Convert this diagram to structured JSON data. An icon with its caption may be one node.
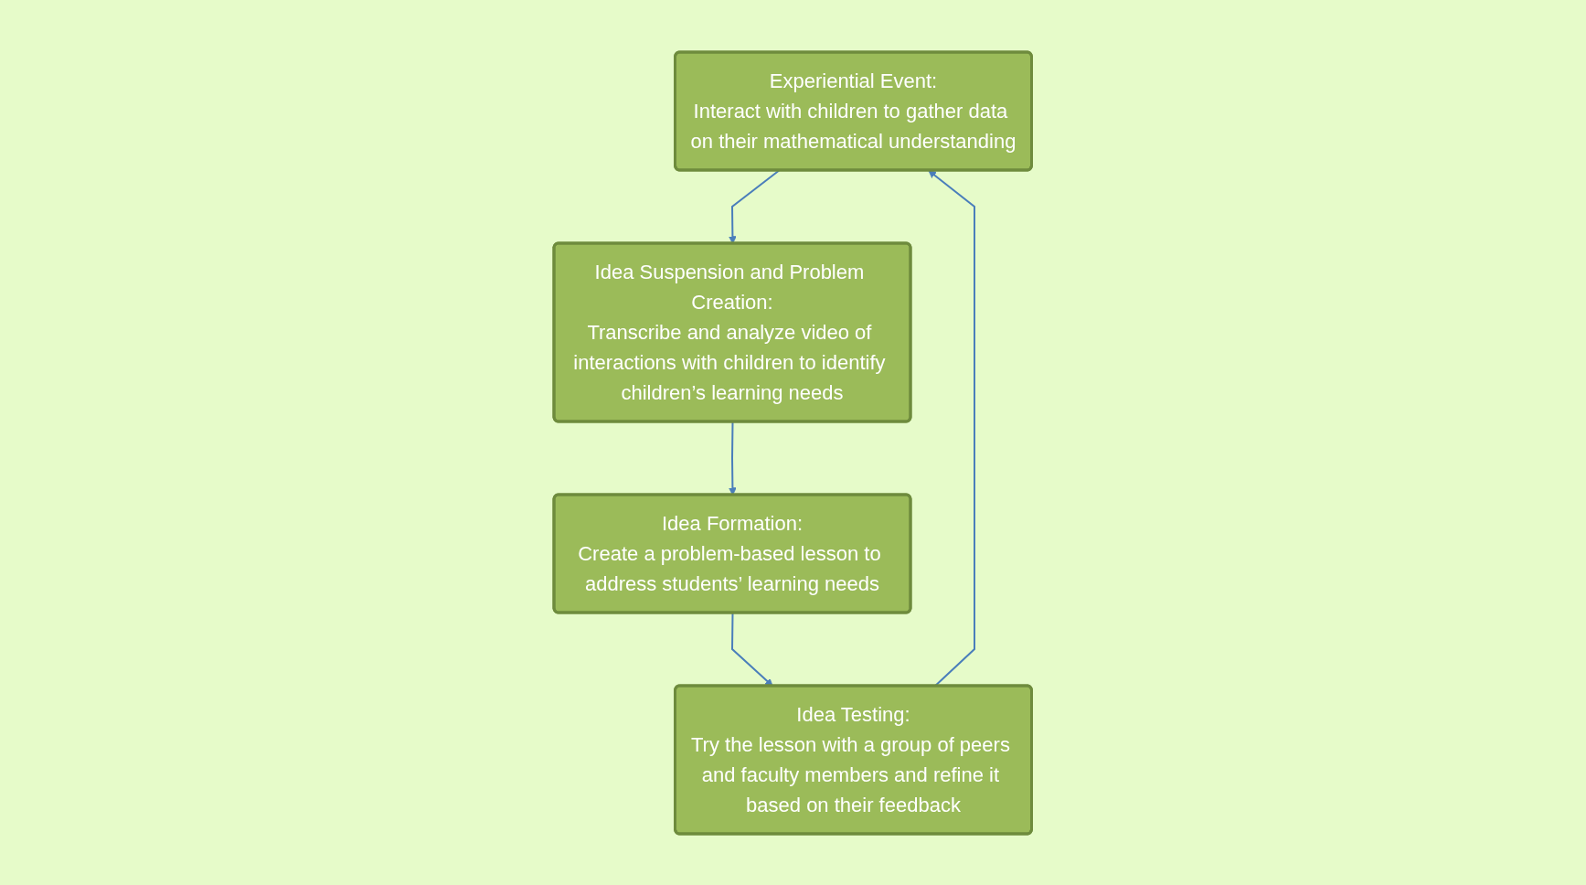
{
  "diagram": {
    "nodes": [
      {
        "text": [
          "Experiential Event:",
          "Interact with children to gather data on their mathematical understanding"
        ]
      },
      {
        "text": [
          "Idea Testing:",
          "Try the lesson with a group of peers and faculty members and refine it based on their feedback"
        ]
      },
      {
        "text": [
          "Idea Suspension and Problem Creation:",
          "Transcribe and analyze video of interactions with children to identify children’s learning needs"
        ]
      },
      {
        "text": [
          "Idea Formation:",
          "Create a problem-based lesson to address students’ learning needs"
        ]
      }
    ],
    "edges": [
      {
        "from": 0,
        "to": 2,
        "arrow": "to"
      },
      {
        "from": 2,
        "to": 3,
        "arrow": "to"
      },
      {
        "from": 3,
        "to": 1,
        "arrow": "to"
      },
      {
        "from": 1,
        "to": 0,
        "arrow": "to"
      }
    ]
  }
}
